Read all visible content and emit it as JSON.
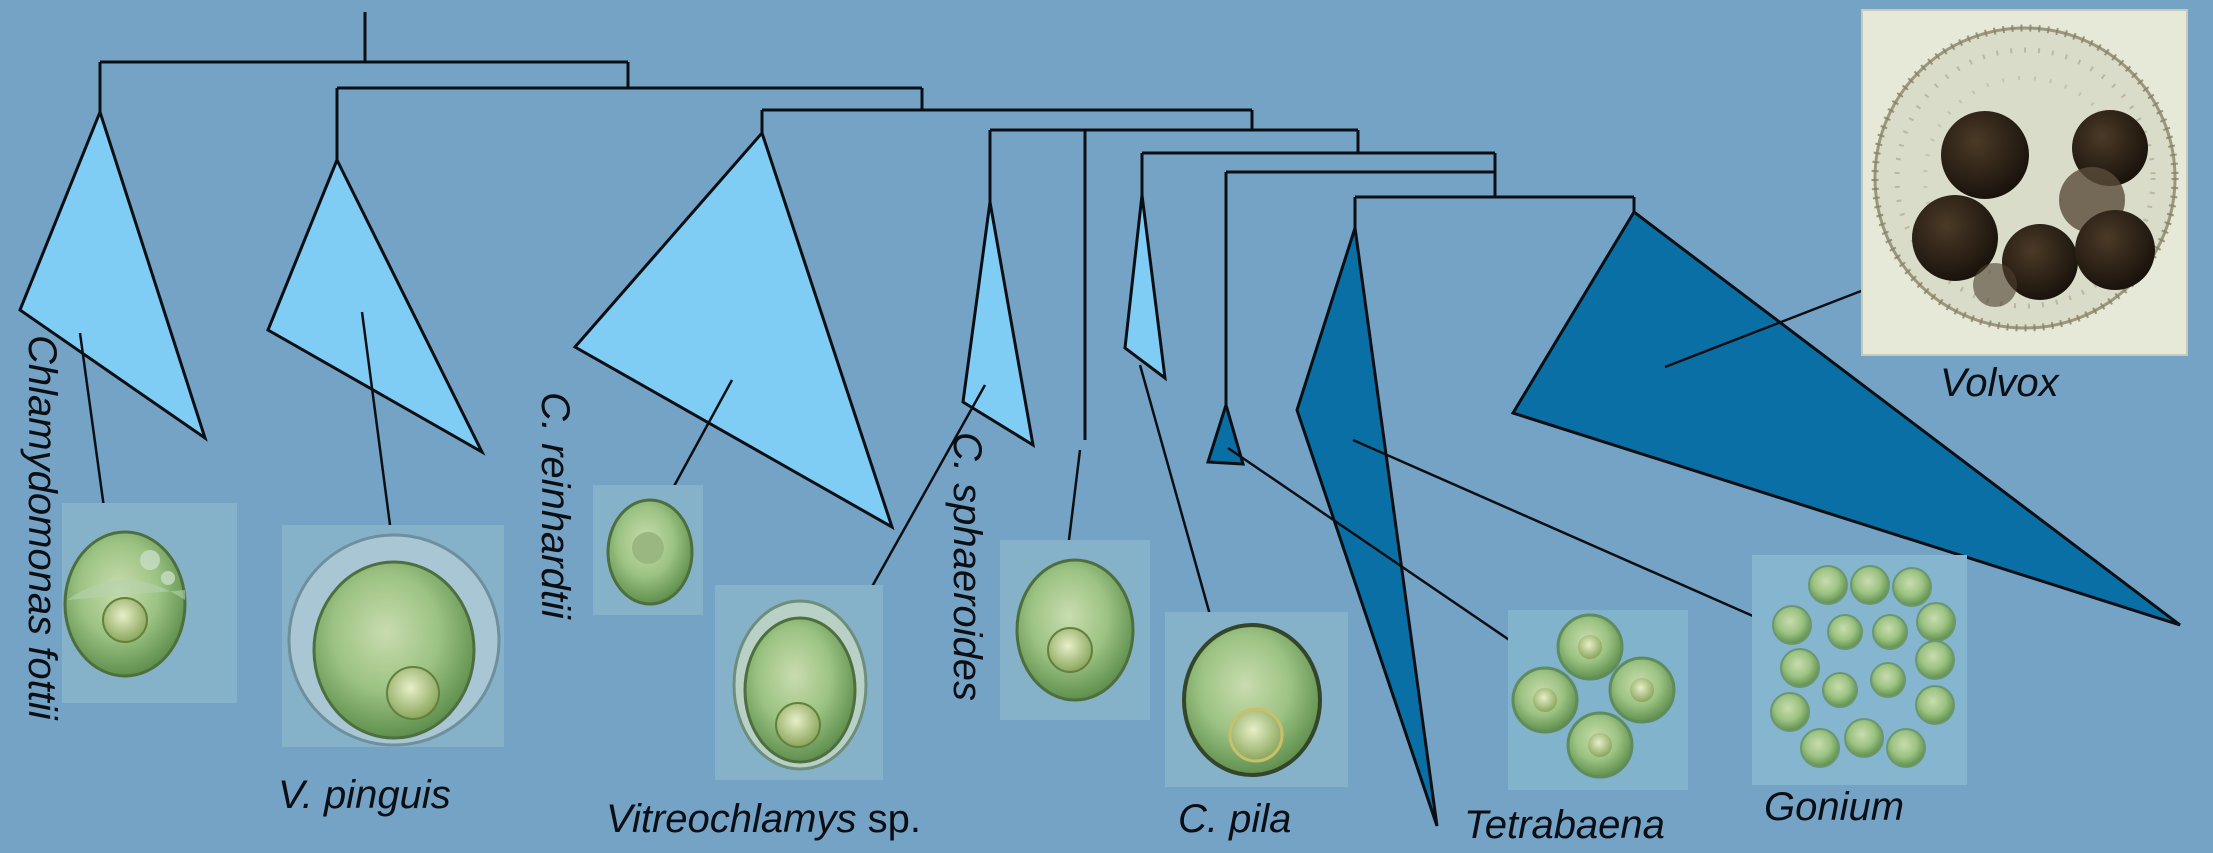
{
  "colors": {
    "background": "#74a3c6",
    "light_clade": "#7fcdf5",
    "dark_clade": "#0a6fa5",
    "line": "#0b0f14",
    "cell_green": "#8fbf78",
    "cell_dark": "#3a2c1e"
  },
  "labels": {
    "chlamydomonas_fottii": "Chlamydomonas fottii",
    "v_pinguis": "V. pinguis",
    "c_reinhardtii": "C. reinhardtii",
    "vitreochlamys_italic": "Vitreochlamys",
    "vitreochlamys_sp": " sp.",
    "c_sphaeroides": "C. sphaeroides",
    "c_pila": "C. pila",
    "tetrabaena": "Tetrabaena",
    "gonium": "Gonium",
    "volvox": "Volvox"
  },
  "clades": [
    {
      "name": "chlamydomonas-fottii-clade",
      "style": "light"
    },
    {
      "name": "v-pinguis-clade",
      "style": "light"
    },
    {
      "name": "c-reinhardtii-clade",
      "style": "light"
    },
    {
      "name": "c-sphaeroides-clade",
      "style": "light"
    },
    {
      "name": "c-pila-clade",
      "style": "light"
    },
    {
      "name": "tetrabaena-clade",
      "style": "dark"
    },
    {
      "name": "gonium-clade",
      "style": "dark"
    },
    {
      "name": "volvox-clade",
      "style": "dark"
    }
  ]
}
